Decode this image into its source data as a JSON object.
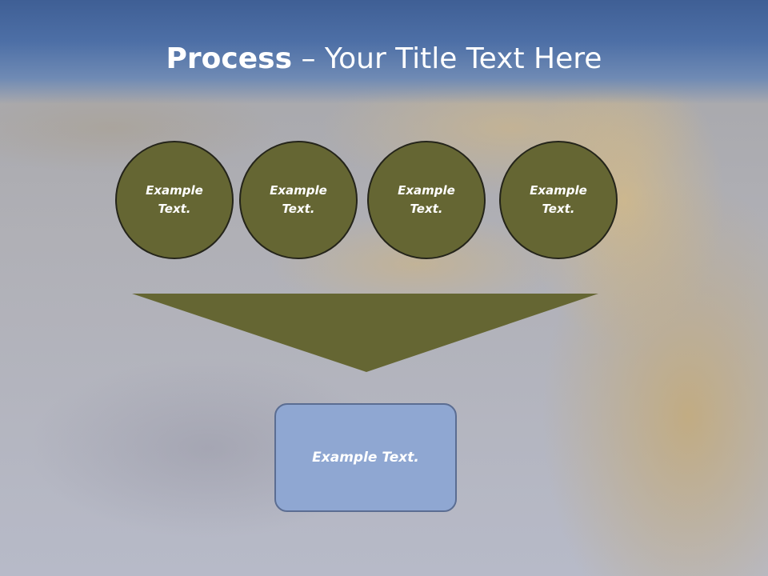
{
  "slide": {
    "title_bold": "Process",
    "title_rest": " – Your Title Text Here",
    "circles": [
      {
        "line1": "Example",
        "line2": "Text."
      },
      {
        "line1": "Example",
        "line2": "Text."
      },
      {
        "line1": "Example",
        "line2": "Text."
      },
      {
        "line1": "Example",
        "line2": "Text."
      }
    ],
    "result_box": "Example Text."
  },
  "colors": {
    "circle_fill": "#656633",
    "funnel_fill": "#656633",
    "box_fill": "#8fa7d2",
    "title_color": "#ffffff"
  }
}
